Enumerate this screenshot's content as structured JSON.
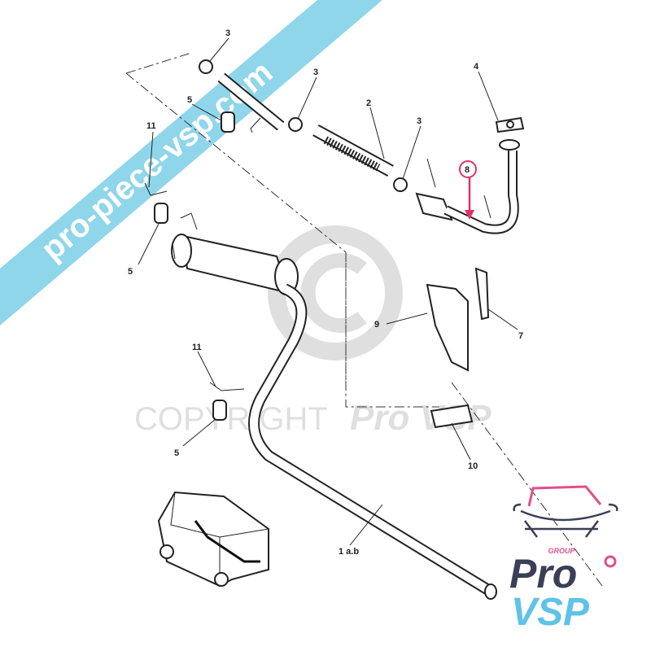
{
  "labels": [
    {
      "id": "clamp-top",
      "text": "3"
    },
    {
      "id": "rubber-top",
      "text": "5"
    },
    {
      "id": "clamp-mid",
      "text": "3"
    },
    {
      "id": "flex-pipe",
      "text": "2"
    },
    {
      "id": "clamp-right",
      "text": "3"
    },
    {
      "id": "gasket",
      "text": "4"
    },
    {
      "id": "catalyst",
      "text": "8"
    },
    {
      "id": "hanger-top",
      "text": "11"
    },
    {
      "id": "rubber-left",
      "text": "5"
    },
    {
      "id": "heat-shield",
      "text": "9"
    },
    {
      "id": "bracket",
      "text": "7"
    },
    {
      "id": "hanger-bottom",
      "text": "11"
    },
    {
      "id": "rubber-bottom",
      "text": "5"
    },
    {
      "id": "small-shield",
      "text": "10"
    },
    {
      "id": "main-pipe",
      "text": "1 a.b"
    }
  ],
  "watermark": {
    "banner": "pro-piece-vsp.com",
    "copyright": "COPYRIGHT",
    "brand": "Pro VSP"
  },
  "logo": {
    "group": "GROUP",
    "pro": "Pro",
    "vsp": "VSP"
  },
  "colors": {
    "banner": "#8fd6ea",
    "highlight": "#e0306a",
    "logo_dark": "#3b3f55",
    "logo_blue": "#5ec3e6",
    "logo_pink": "#e0508a"
  }
}
